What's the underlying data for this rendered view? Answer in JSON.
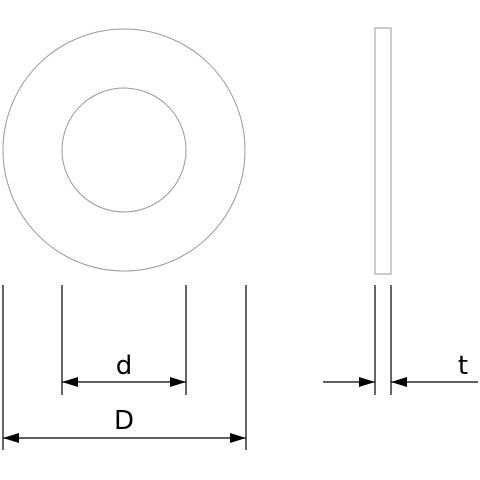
{
  "labels": {
    "inner_diameter": "d",
    "outer_diameter": "D",
    "thickness": "t"
  },
  "colors": {
    "outline": "#9a9a9a",
    "dimension": "#000000",
    "background": "#ffffff"
  }
}
